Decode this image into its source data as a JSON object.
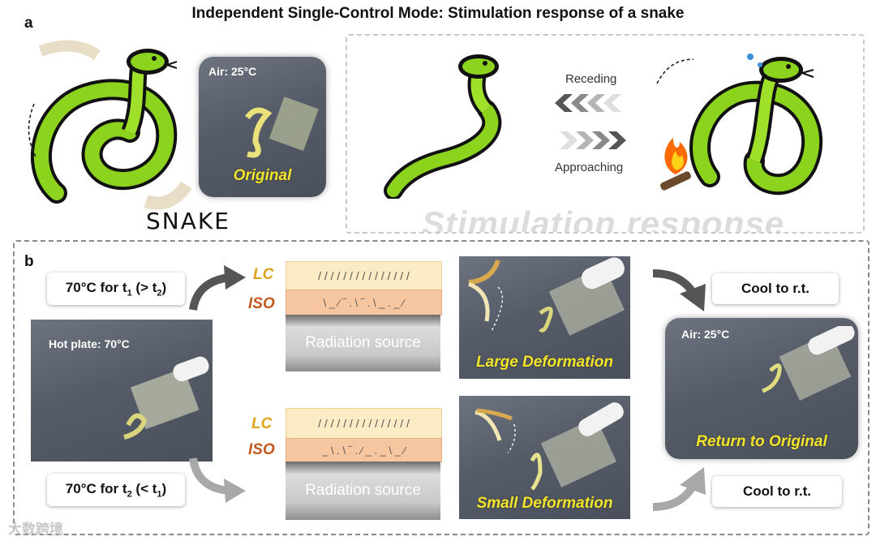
{
  "title": "Independent Single-Control Mode: Stimulation response of a snake",
  "panel_a": {
    "label": "a",
    "snake_word": "SNAKE",
    "photo_label": "Air: 25°C",
    "photo_caption": "Original",
    "receding": "Receding",
    "approaching": "Approaching",
    "stimulation": "Stimulation response"
  },
  "panel_b": {
    "label": "b",
    "cond_top_main": "70°C for t",
    "cond_top_sub1": "1",
    "cond_top_mid": " (> t",
    "cond_top_sub2": "2",
    "cond_top_end": ")",
    "cond_bottom_main": "70°C for t",
    "cond_bottom_sub1": "2",
    "cond_bottom_mid": " (< t",
    "cond_bottom_sub2": "1",
    "cond_bottom_end": ")",
    "hotplate_label": "Hot plate: 70°C",
    "lc": "LC",
    "iso": "ISO",
    "lc_text": "/ / / / / / / / / / / / / / /",
    "iso_text_top": "\\ _ ⁄ ‾ . \\ ‾ . \\ _ . _ ⁄",
    "lc_text2": "/ / / / / / / / / / / / / / /",
    "iso_text_bottom": "_ \\ . \\ ‾ . ⁄ _ . _ \\ _ ⁄",
    "radiation": "Radiation source",
    "large_def": "Large Deformation",
    "small_def": "Small Deformation",
    "cool_top": "Cool to r.t.",
    "cool_bottom": "Cool to r.t.",
    "air_label": "Air: 25°C",
    "return_caption": "Return to Original"
  },
  "watermark": "大数跨境",
  "colors": {
    "snake_green": "#8cd31e",
    "caption_yellow": "#f2e52a",
    "lc_fill": "#fbecc5",
    "iso_fill": "#f6c6a0",
    "arrow_dark": "#555555",
    "arrow_light": "#a8a8a8"
  }
}
